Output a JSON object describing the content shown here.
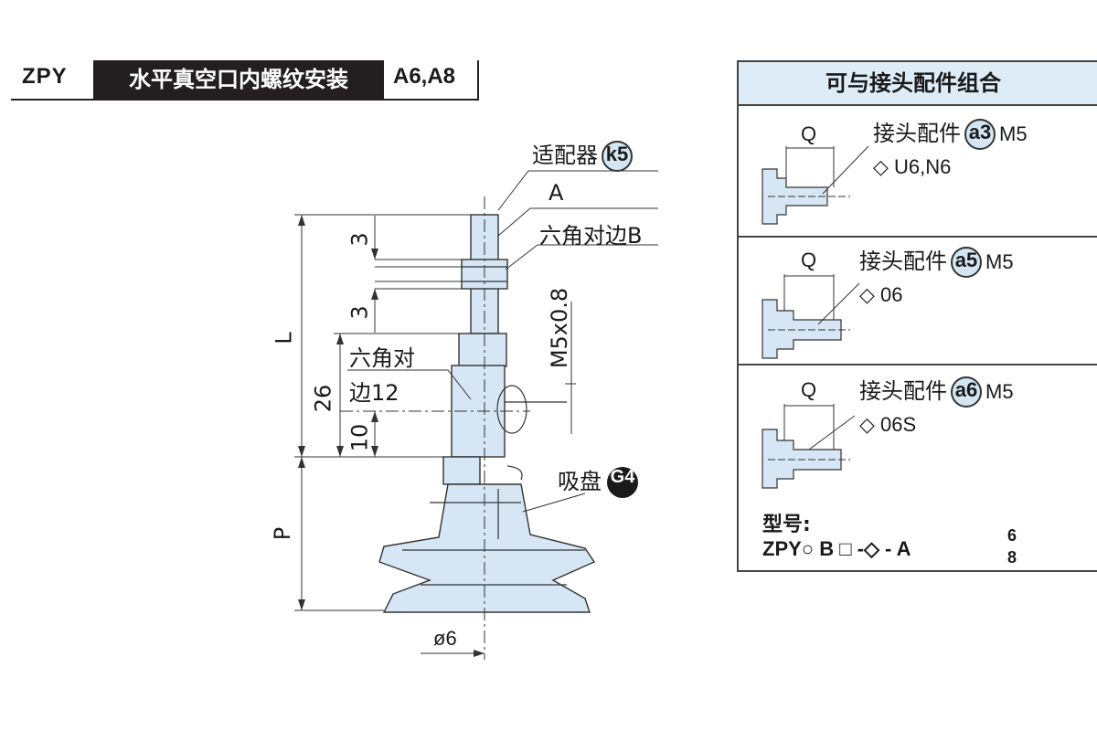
{
  "header": {
    "model": "ZPY",
    "title": "水平真空口内螺纹安装",
    "sizes": "A6,A8"
  },
  "drawing": {
    "adapter_label": "适配器",
    "adapter_code": "k5",
    "dim_a": "A",
    "hex_b": "六角对边B",
    "dim_3_top": "3",
    "dim_3_bottom": "3",
    "dim_l": "L",
    "dim_26": "26",
    "dim_10": "10",
    "hex12_line1": "六角对",
    "hex12_line2": "边12",
    "thread": "M5x0.8",
    "pad_label": "吸盘",
    "pad_code": "G4",
    "dim_p": "P",
    "dim_phi": "ø6"
  },
  "panel": {
    "title": "可与接头配件组合",
    "items": [
      {
        "q": "Q",
        "label": "接头配件",
        "code": "a3",
        "thread": "M5",
        "option": "U6,N6"
      },
      {
        "q": "Q",
        "label": "接头配件",
        "code": "a5",
        "thread": "M5",
        "option": "06"
      },
      {
        "q": "Q",
        "label": "接头配件",
        "code": "a6",
        "thread": "M5",
        "option": "06S"
      }
    ],
    "model_label": "型号:",
    "model_prefix": "ZPY",
    "model_b": "B",
    "model_dash1": "-",
    "model_dash2": "-",
    "model_a": "A",
    "model_sup": "6",
    "model_sub": "8"
  },
  "colors": {
    "part_fill": "#d6e6f4",
    "line": "#333333"
  }
}
